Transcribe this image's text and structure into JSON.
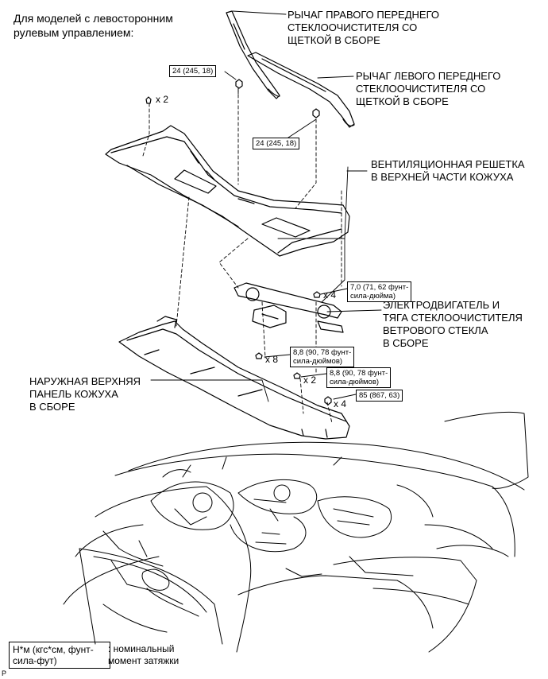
{
  "header": {
    "line1": "Для моделей с левосторонним",
    "line2": "рулевым управлением:"
  },
  "labels": {
    "right_arm": [
      "РЫЧАГ ПРАВОГО ПЕРЕДНЕГО",
      "СТЕКЛООЧИСТИТЕЛЯ СО",
      "ЩЕТКОЙ В СБОРЕ"
    ],
    "left_arm": [
      "РЫЧАГ ЛЕВОГО ПЕРЕДНЕГО",
      "СТЕКЛООЧИСТИТЕЛЯ СО",
      "ЩЕТКОЙ В СБОРЕ"
    ],
    "grille": [
      "ВЕНТИЛЯЦИОННАЯ РЕШЕТКА",
      "В ВЕРХНЕЙ ЧАСТИ КОЖУХА"
    ],
    "motor": [
      "ЭЛЕКТРОДВИГАТЕЛЬ И",
      "ТЯГА СТЕКЛООЧИСТИТЕЛЯ",
      "ВЕТРОВОГО СТЕКЛА",
      "В СБОРЕ"
    ],
    "panel": [
      "НАРУЖНАЯ ВЕРХНЯЯ",
      "ПАНЕЛЬ КОЖУХА",
      "В СБОРЕ"
    ]
  },
  "torques": {
    "t_right_arm": "24 (245, 18)",
    "t_left_arm": "24 (245, 18)",
    "t_motor": [
      "7,0 (71, 62 фунт-",
      "сила-дюйма)"
    ],
    "t_panel_1": [
      "8,8 (90, 78 фунт-",
      "сила-дюймов)"
    ],
    "t_panel_2": [
      "8,8 (90, 78 фунт-",
      "сила-дюймов)"
    ],
    "t_panel_3": "85 (867, 63)"
  },
  "quantities": {
    "clip_grille": "x 2",
    "motor_bolts": "x 4",
    "panel_bolts_a": "x 8",
    "panel_bolts_b": "x 2",
    "panel_bolts_c": "x 4"
  },
  "legend": {
    "unit": [
      "Н*м (кгс*см, фунт-",
      "сила-фут)"
    ],
    "desc": [
      ": номинальный",
      "момент затяжки"
    ]
  },
  "corner_mark": "P"
}
